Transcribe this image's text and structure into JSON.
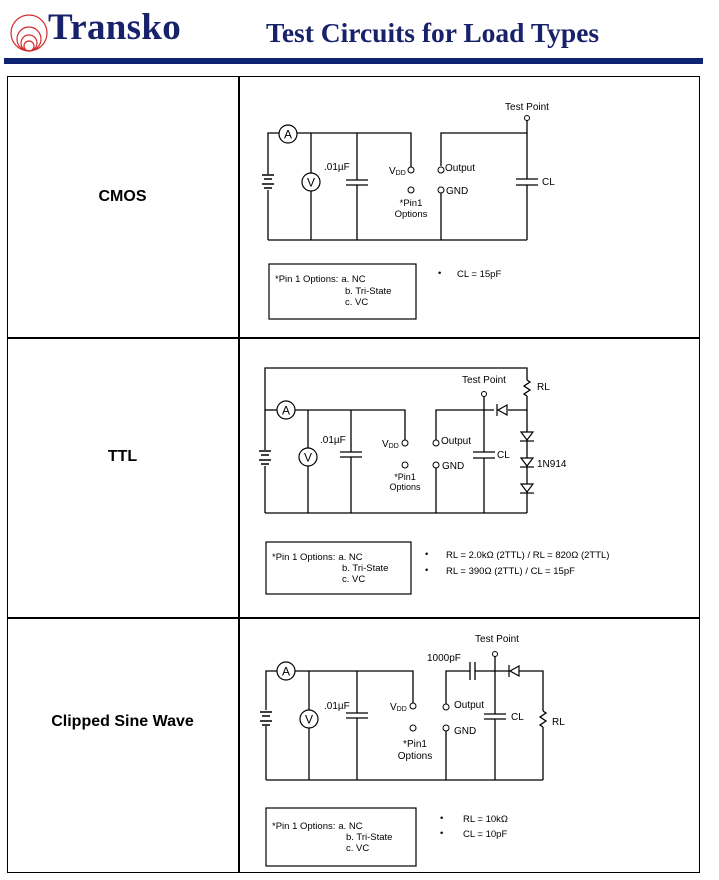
{
  "header": {
    "brand": "Transko",
    "title": "Test Circuits for Load Types",
    "logo_color": "#d42a2a",
    "brand_color": "#17226b",
    "bar_color": "#0d2473"
  },
  "common_labels": {
    "ammeter": "A",
    "voltmeter": "V",
    "bypass_cap": ".01µF",
    "vdd": "V",
    "vdd_sub": "DD",
    "output": "Output",
    "gnd": "GND",
    "pin1_line1": "*Pin1",
    "pin1_line2": "Options",
    "test_point": "Test Point",
    "cl": "CL",
    "rl": "RL"
  },
  "pin_options": {
    "heading": "*Pin 1 Options:",
    "a": "a. NC",
    "b": "b. Tri-State",
    "c": "c. VC"
  },
  "rows": [
    {
      "label": "CMOS",
      "notes": [
        "CL = 15pF"
      ]
    },
    {
      "label": "TTL",
      "diode_label": "1N914",
      "notes": [
        "RL = 2.0kΩ (2TTL) / RL = 820Ω (2TTL)",
        "RL = 390Ω (2TTL) / CL = 15pF"
      ]
    },
    {
      "label": "Clipped Sine Wave",
      "coupling_cap": "1000pF",
      "notes": [
        "RL = 10kΩ",
        "CL = 10pF"
      ]
    }
  ],
  "bullet": "•"
}
